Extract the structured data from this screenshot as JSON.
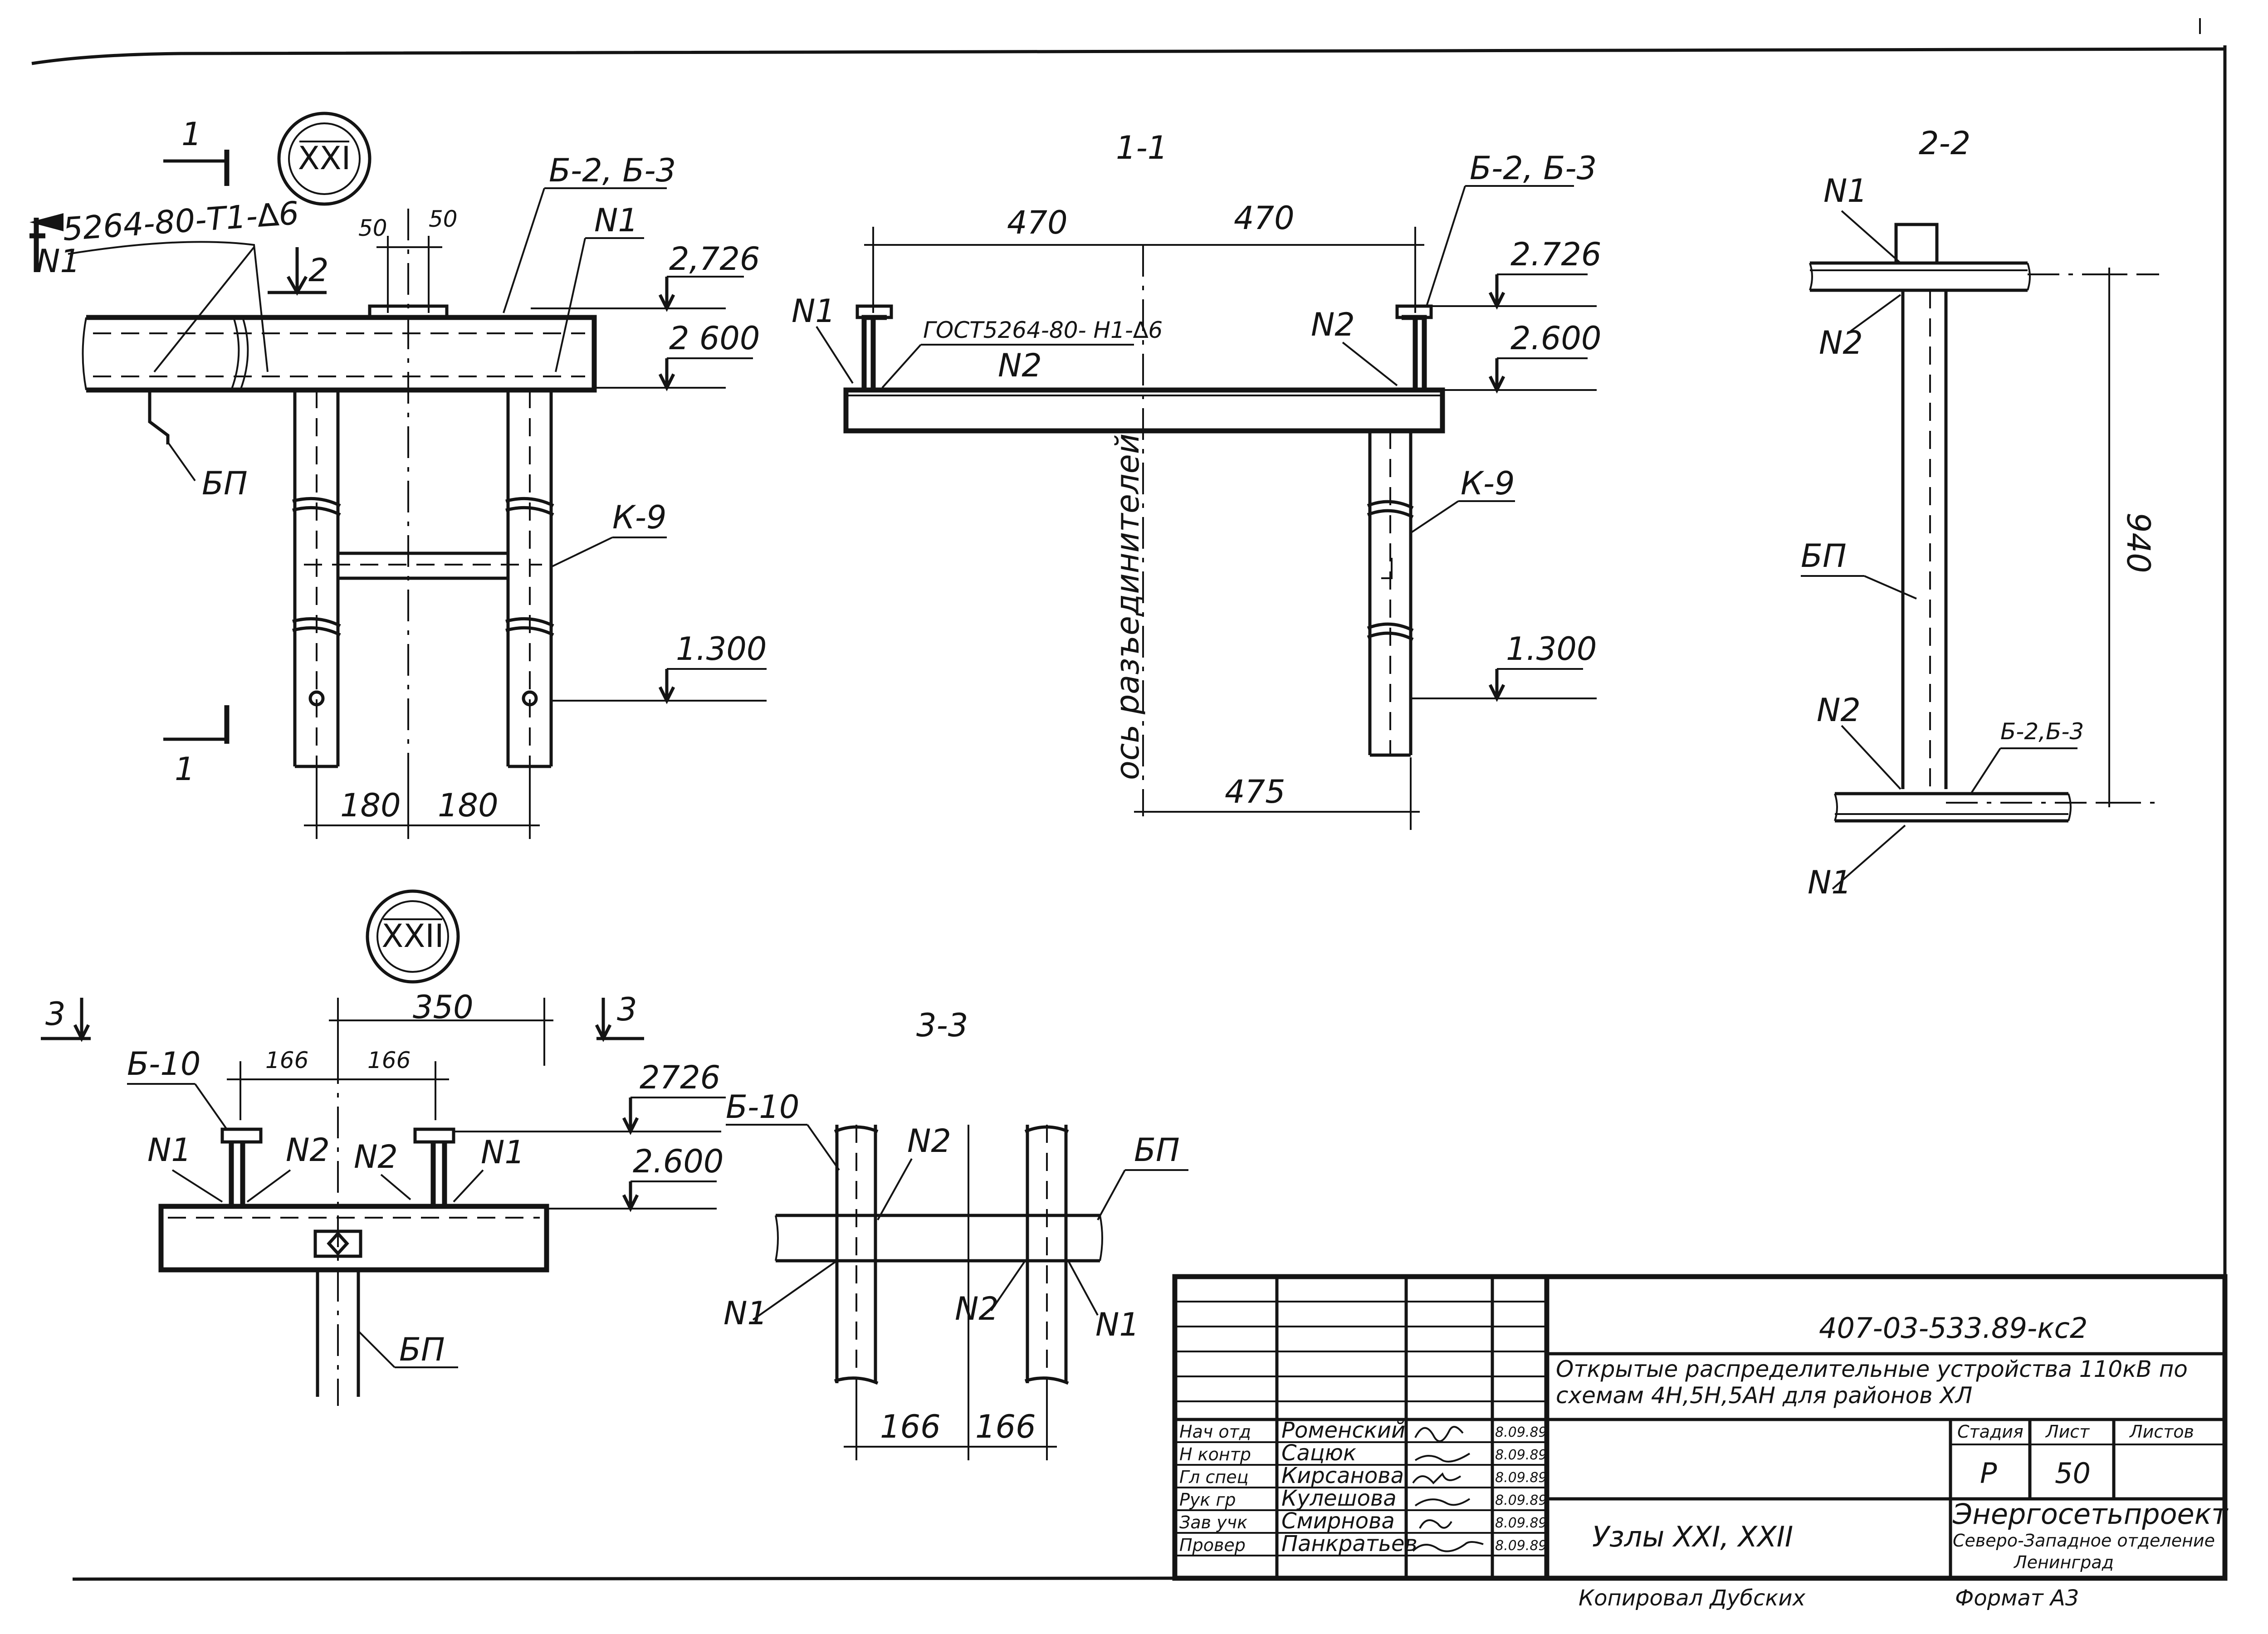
{
  "node_xxi": {
    "badge": "XXI",
    "section_mark": "1",
    "section_mark_2": "2",
    "weld_note": "5264-80-Т1-∆6",
    "n1": "N1",
    "beams": "Б-2, Б-3",
    "bp": "БП",
    "k9": "К-9",
    "dim_50a": "50",
    "dim_50b": "50",
    "elev_2726": "2,726",
    "elev_2600": "2 600",
    "elev_1300": "1.300",
    "dim_180a": "180",
    "dim_180b": "180"
  },
  "section_1_1": {
    "title": "1-1",
    "dim_470a": "470",
    "dim_470b": "470",
    "n1": "N1",
    "gost": "ГОСТ5264-80- Н1-∆6",
    "n2_left": "N2",
    "n2_right": "N2",
    "beams": "Б-2, Б-3",
    "elev_2726": "2.726",
    "elev_2600": "2.600",
    "k9": "К-9",
    "elev_1300": "1.300",
    "axis_label": "ось разъединителей",
    "dim_475": "475"
  },
  "section_2_2": {
    "title": "2-2",
    "n1_top": "N1",
    "n2_top": "N2",
    "bp": "БП",
    "dim_940": "940",
    "n2_bottom": "N2",
    "beams": "Б-2,Б-3",
    "n1_bottom": "N1"
  },
  "node_xxii": {
    "badge": "XXII",
    "section_mark": "3",
    "dim_350": "350",
    "dim_166a": "166",
    "dim_166b": "166",
    "b10": "Б-10",
    "n1_left": "N1",
    "n2_left": "N2",
    "n2_right": "N2",
    "n1_right": "N1",
    "elev_2726": "2726",
    "elev_2600": "2.600",
    "bp": "БП"
  },
  "section_3_3": {
    "title": "3-3",
    "b10": "Б-10",
    "n2_top": "N2",
    "bp": "БП",
    "n1_left": "N1",
    "n2_bottom": "N2",
    "n1_right": "N1",
    "dim_166a": "166",
    "dim_166b": "166"
  },
  "title_block": {
    "doc_code": "407-03-533.89-кс2",
    "title": "Открытые распределительные устройства 110кВ по схемам 4Н,5Н,5АН для районов ХЛ",
    "roles": [
      "Нач отд",
      "Н контр",
      "Гл спец",
      "Рук гр",
      "Зав учк",
      "Провер"
    ],
    "names": [
      "Роменский",
      "Сацюк",
      "Кирсанова",
      "Кулешова",
      "Смирнова",
      "Панкратьев"
    ],
    "dates": [
      "8.09.89",
      "8.09.89",
      "8.09.89",
      "8.09.89",
      "8.09.89",
      "8.09.89"
    ],
    "stage_header": "Стадия",
    "sheet_header": "Лист",
    "sheets_header": "Листов",
    "stage": "Р",
    "sheet": "50",
    "sheets": "",
    "sheet_name": "Узлы XXI, XXII",
    "org_name": "Энергосетьпроект",
    "org_branch": "Северо-Западное отделение",
    "org_city": "Ленинград",
    "copied_by": "Копировал Дубских",
    "format": "Формат А3"
  }
}
